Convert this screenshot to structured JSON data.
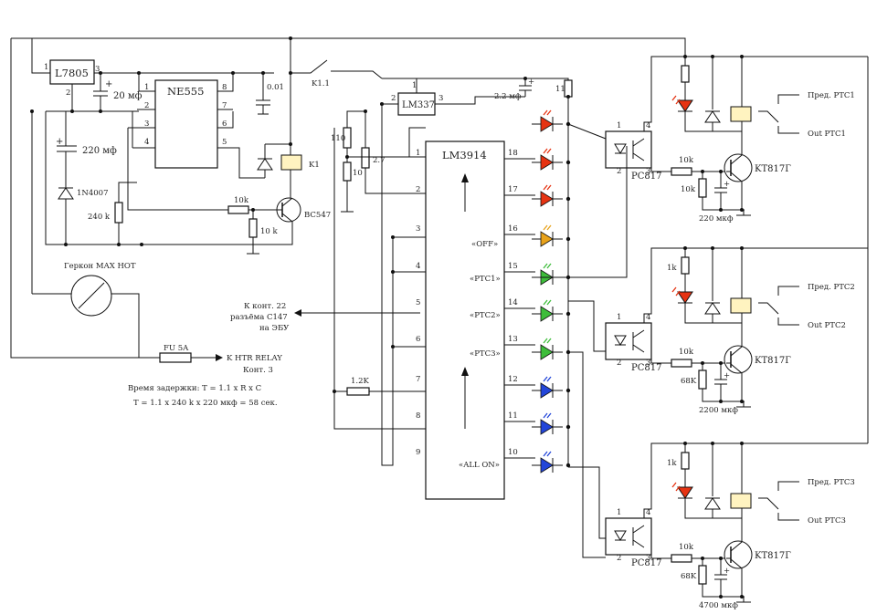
{
  "regulators": {
    "u1": "L7805",
    "u2": "LM337"
  },
  "timer": {
    "name": "NE555",
    "pins_left": [
      "1",
      "2",
      "3",
      "4"
    ],
    "pins_right": [
      "8",
      "7",
      "6",
      "5"
    ]
  },
  "driver": {
    "name": "LM3914",
    "pins_left": [
      "1",
      "2",
      "3",
      "4",
      "5",
      "6",
      "7",
      "8",
      "9"
    ],
    "pins_right": [
      "18",
      "17",
      "16",
      "15",
      "14",
      "13",
      "12",
      "11",
      "10"
    ],
    "labels": {
      "off": "«OFF»",
      "ptc1": "«PTC1»",
      "ptc2": "«PTC2»",
      "ptc3": "«PTC3»",
      "all_on": "«ALL ON»"
    },
    "top_pin": "11"
  },
  "led_colors": [
    "#e63312",
    "#e63312",
    "#e63312",
    "#e8a21a",
    "#3dbd3a",
    "#3dbd3a",
    "#3dbd3a",
    "#2346d9",
    "#2346d9",
    "#2346d9"
  ],
  "relay_coil_color": "#fff3c0",
  "labels": {
    "pin1": "1",
    "pin2": "2",
    "pin3": "3",
    "c20": "20 мф",
    "c001": "0.01",
    "c220": "220 мф",
    "c22": "2.2 мф",
    "d1": "1N4007",
    "r240": "240 k",
    "r10k": "10k",
    "r10k2": "10 k",
    "transistor": "BC547",
    "k1": "K1",
    "k11": "K1.1",
    "r110": "110",
    "r10": "10",
    "r27": "2.7",
    "r12k": "1.2K",
    "reed": "Геркон MAX HOT",
    "fuse": "FU 5A",
    "htr": "K HTR RELAY",
    "htr2": "Конт. 3",
    "ecu1": "К конт. 22",
    "ecu2": "разъёма С147",
    "ecu3": "на ЭБУ",
    "formula1": "Время задержки: T = 1.1 x R x C",
    "formula2": "T = 1.1 x 240 k x 220 мкф = 58 сек."
  },
  "channels": [
    {
      "opto": "PC817",
      "r1": "10k",
      "r2": "10k",
      "cap": "220 мкф",
      "transistor": "KT817Г",
      "out1": "Пред. PTC1",
      "out2": "Out PTC1",
      "rled": ""
    },
    {
      "opto": "PC817",
      "r1": "10k",
      "r2": "68K",
      "cap": "2200 мкф",
      "transistor": "KT817Г",
      "out1": "Пред. PTC2",
      "out2": "Out PTC2",
      "rled": "1k"
    },
    {
      "opto": "PC817",
      "r1": "10k",
      "r2": "68K",
      "cap": "4700 мкф",
      "transistor": "KT817Г",
      "out1": "Пред. PTC3",
      "out2": "Out PTC3",
      "rled": "1k"
    }
  ]
}
